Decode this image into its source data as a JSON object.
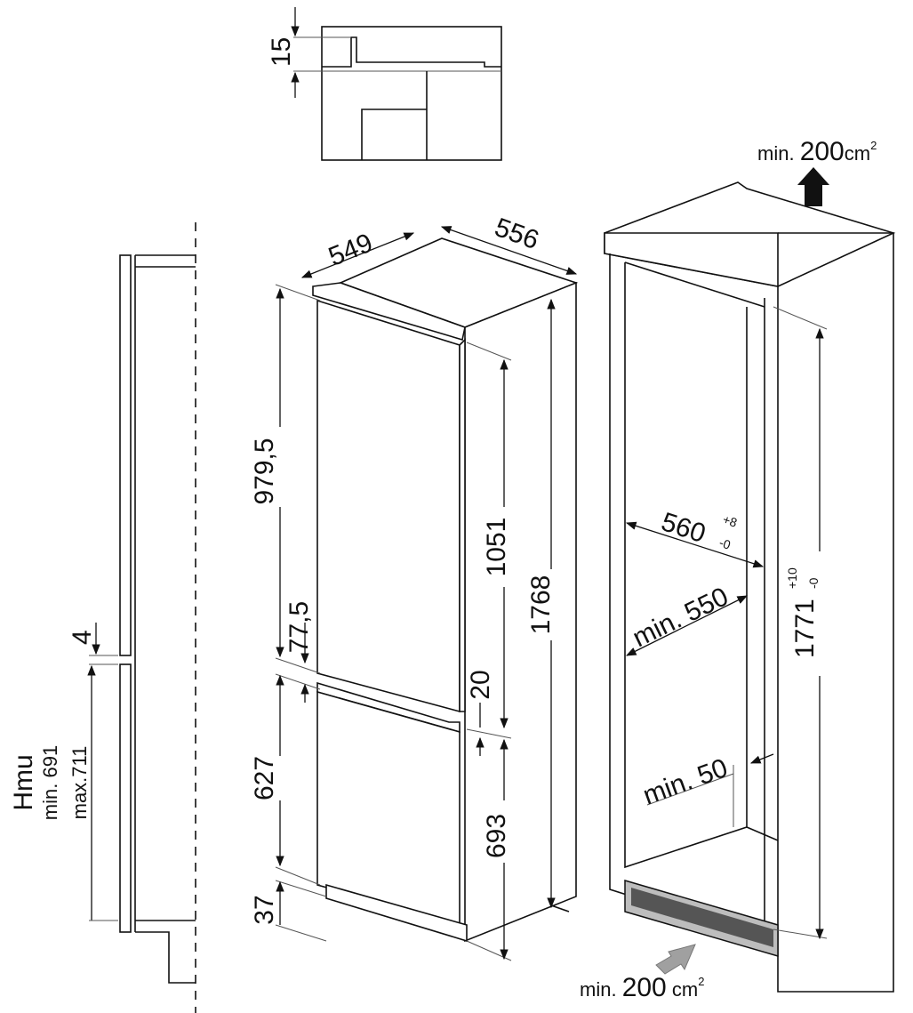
{
  "detail": {
    "gap_label": "15"
  },
  "side_view": {
    "gap_label": "4",
    "hmu_label": "Hmu",
    "hmu_min": "min. 691",
    "hmu_max": "max.711"
  },
  "appliance": {
    "width_label": "549",
    "depth_label": "556",
    "upper_door_height": "979,5",
    "upper_offset": "77,5",
    "lower_door_height": "627",
    "bottom_offset": "37",
    "upper_body_height": "1051",
    "gap_between_doors": "20",
    "lower_body_height": "693",
    "total_height": "1768"
  },
  "niche": {
    "vent_top_prefix": "min.",
    "vent_top_value": "200",
    "vent_top_unit": "cm",
    "vent_top_exp": "2",
    "width_value": "560",
    "width_tol_plus": "+8",
    "width_tol_minus": "-0",
    "depth_label": "min. 550",
    "height_value": "1771",
    "height_tol_plus": "+10",
    "height_tol_minus": "-0",
    "rear_gap_label": "min. 50",
    "vent_bottom_prefix": "min.",
    "vent_bottom_value": "200",
    "vent_bottom_unit": "cm",
    "vent_bottom_exp": "2"
  },
  "colors": {
    "line": "#111111",
    "vent_arrow_bottom": "#a0a0a0"
  }
}
